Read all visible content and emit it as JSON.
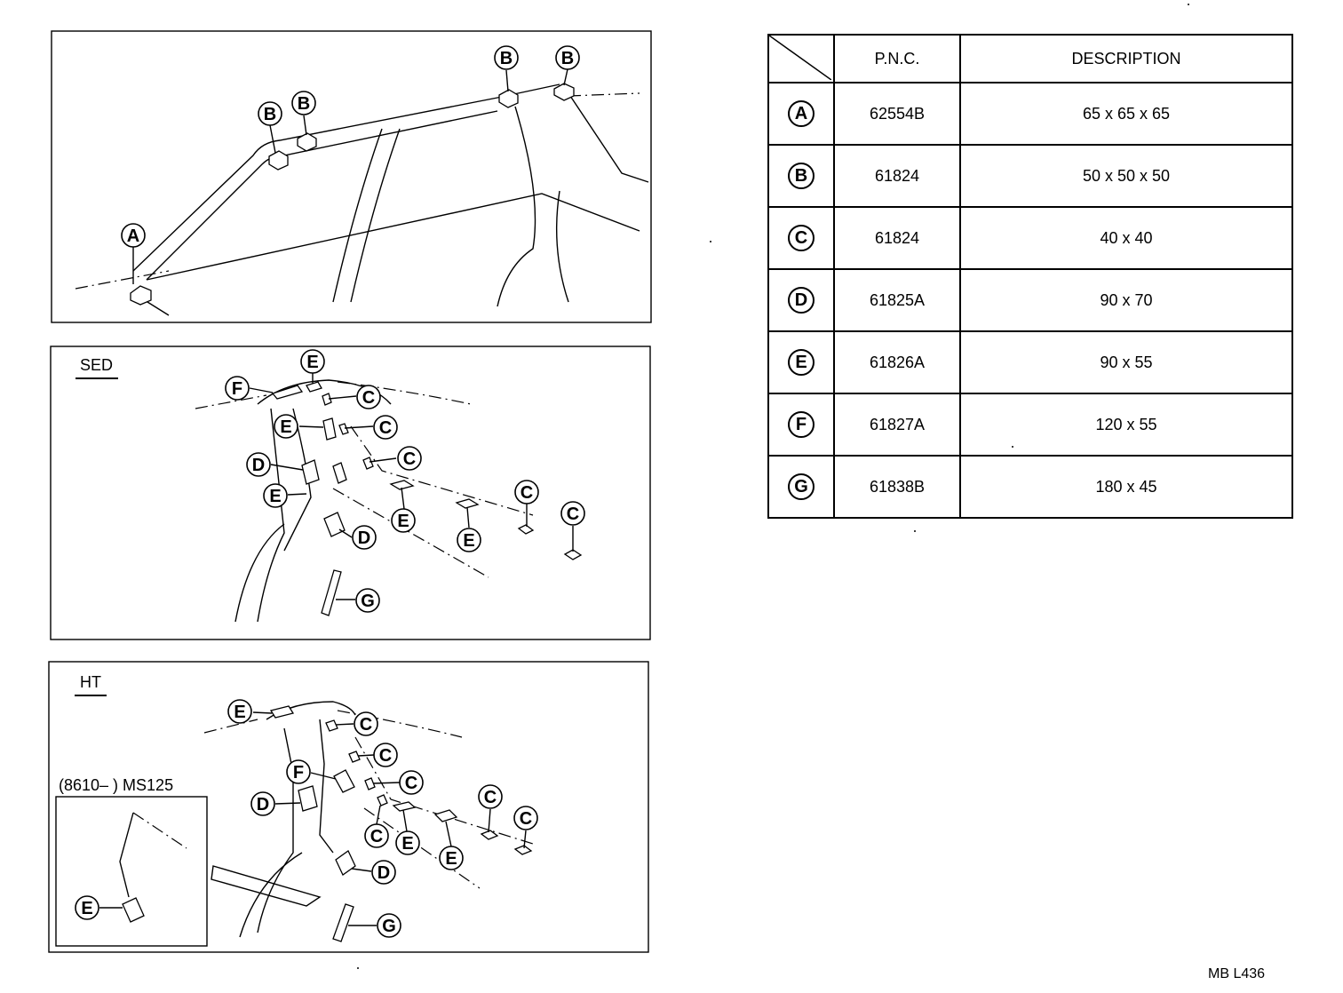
{
  "table": {
    "header": {
      "pnc": "P.N.C.",
      "description": "DESCRIPTION"
    },
    "rows": [
      {
        "symbol": "A",
        "pnc": "62554B",
        "description": "65 x 65 x 65"
      },
      {
        "symbol": "B",
        "pnc": "61824",
        "description": "50 x 50 x 50"
      },
      {
        "symbol": "C",
        "pnc": "61824",
        "description": "40 x 40"
      },
      {
        "symbol": "D",
        "pnc": "61825A",
        "description": "90 x 70"
      },
      {
        "symbol": "E",
        "pnc": "61826A",
        "description": "90 x 55"
      },
      {
        "symbol": "F",
        "pnc": "61827A",
        "description": "120 x 55"
      },
      {
        "symbol": "G",
        "pnc": "61838B",
        "description": "180 x 45"
      }
    ]
  },
  "panels": {
    "sed_label": "SED",
    "ht_label": "HT",
    "inset_label": "(8610–      ) MS125"
  },
  "footer": {
    "code": "MB  L436"
  }
}
